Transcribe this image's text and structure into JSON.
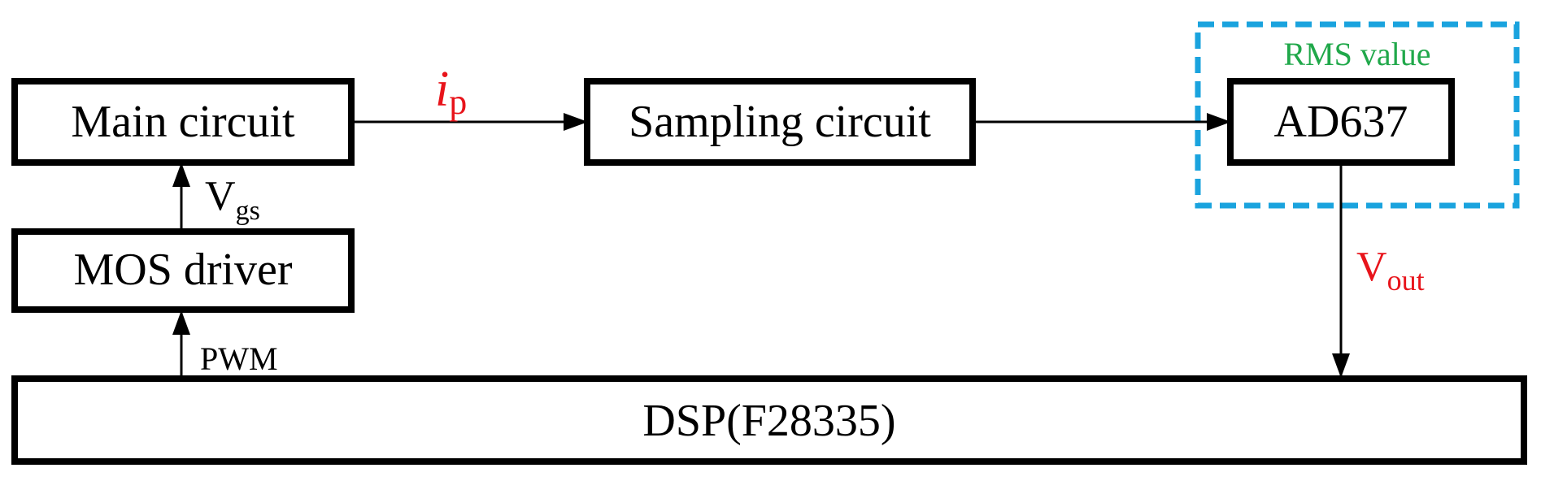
{
  "colors": {
    "line": "#000000",
    "signal_red": "#e8141b",
    "annotation_green": "#20a84a",
    "dashed_box_blue": "#1aa3de"
  },
  "blocks": {
    "main_circuit": "Main circuit",
    "mos_driver": "MOS driver",
    "sampling_circuit": "Sampling circuit",
    "ad637": "AD637",
    "dsp": "DSP(F28335)"
  },
  "signals": {
    "ip": {
      "main": "i",
      "sub": "p"
    },
    "vgs": {
      "main": "V",
      "sub": "gs"
    },
    "pwm": "PWM",
    "vout": {
      "main": "V",
      "sub": "out"
    }
  },
  "annotations": {
    "rms_value": "RMS value"
  }
}
